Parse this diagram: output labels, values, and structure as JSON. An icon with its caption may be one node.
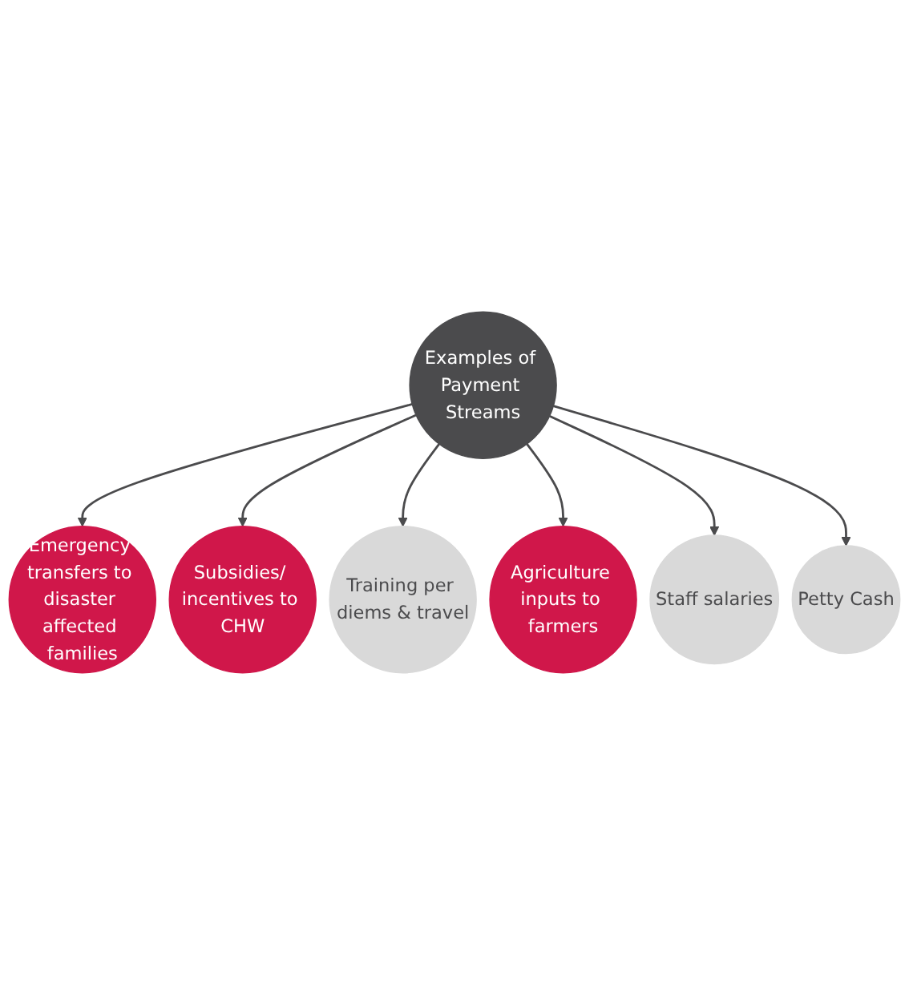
{
  "diagram": {
    "nodes": [
      {
        "text": [
          "Examples of Payment Streams"
        ]
      },
      {
        "text": [
          "Emergency transfers to disaster affected families"
        ]
      },
      {
        "text": [
          "Subsidies/ incentives to CHW"
        ]
      },
      {
        "text": [
          "Training per diems & travel"
        ]
      },
      {
        "text": [
          "Agriculture inputs to farmers"
        ]
      },
      {
        "text": [
          "Staff salaries"
        ]
      },
      {
        "text": [
          "Petty Cash"
        ]
      }
    ],
    "edges": [
      {
        "from": 0,
        "to": 1,
        "arrow": "to"
      },
      {
        "from": 0,
        "to": 2,
        "arrow": "to"
      },
      {
        "from": 0,
        "to": 3,
        "arrow": "to"
      },
      {
        "from": 0,
        "to": 4,
        "arrow": "to"
      },
      {
        "from": 0,
        "to": 5,
        "arrow": "to"
      },
      {
        "from": 0,
        "to": 6,
        "arrow": "to"
      }
    ]
  }
}
